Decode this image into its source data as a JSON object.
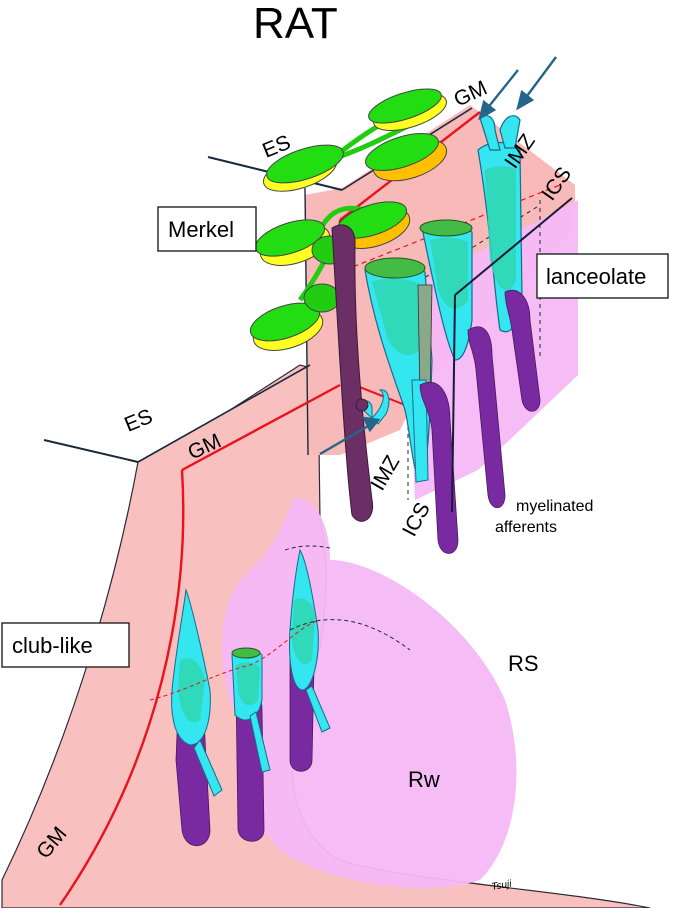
{
  "title": "RAT",
  "labels": {
    "es_top": "ES",
    "gm_top": "GM",
    "imz_top": "IMZ",
    "ics_top": "ICS",
    "merkel": "Merkel",
    "lanceolate": "lanceolate",
    "es_left": "ES",
    "gm_left": "GM",
    "imz_bottom": "IMZ",
    "ics_bottom": "ICS",
    "myelinated_line1": "myelinated",
    "myelinated_line2": "afferents",
    "club_like": "club-like",
    "rs": "RS",
    "rw": "Rw",
    "gm_bottom": "GM",
    "signature": "Tsuji"
  },
  "colors": {
    "skin": "#f9c0c0",
    "magenta_region": "#f6b8f6",
    "gm_line": "#e8131b",
    "outline": "#1a2a3a",
    "merkel_green": "#22dd11",
    "merkel_yellow": "#ffff22",
    "merkel_orange": "#ffc000",
    "lanceolate_cyan": "#33e6f0",
    "lanceolate_teal": "#2fd6b0",
    "nerve_purple": "#7a2aa0",
    "arrow_blue": "#24658a"
  }
}
